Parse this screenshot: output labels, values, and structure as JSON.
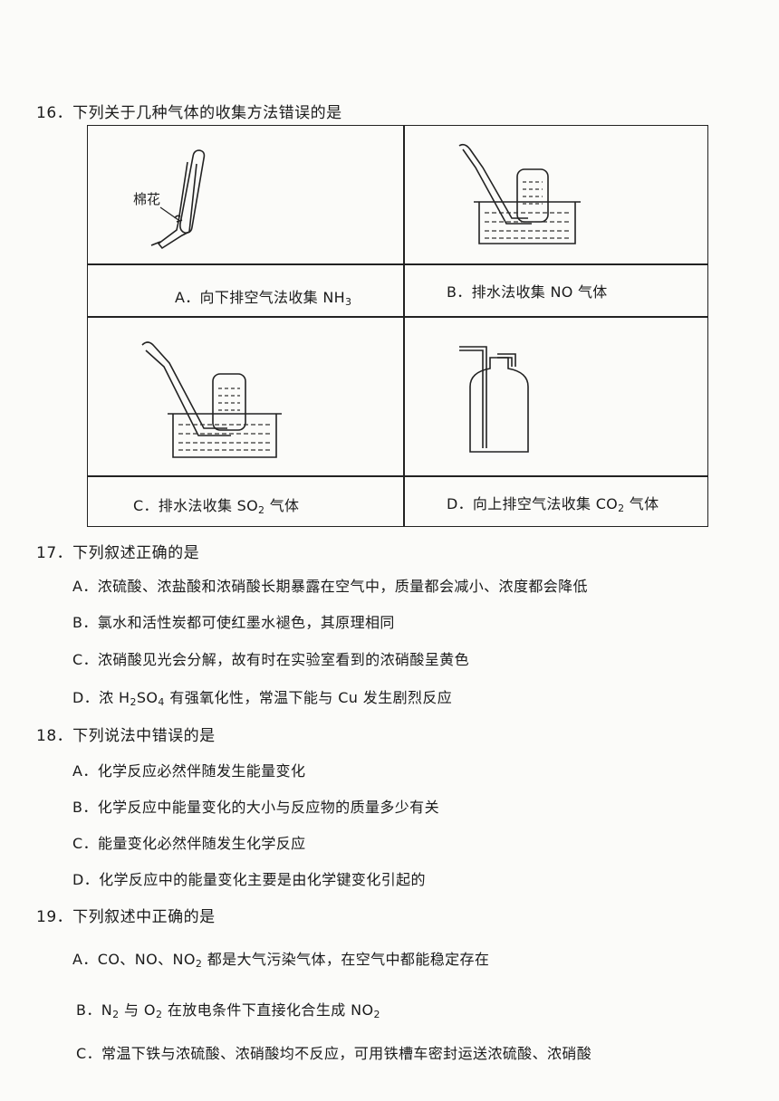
{
  "q16": {
    "title": "16．下列关于几种气体的收集方法错误的是",
    "cotton_label": "棉花",
    "options": {
      "A_prefix": "A．向下排空气法收集 NH",
      "A_sub": "3",
      "B": "B．排水法收集 NO 气体",
      "C_prefix": "C．排水法收集 SO",
      "C_sub": "2",
      "C_suffix": " 气体",
      "D_prefix": "D．向上排空气法收集 CO",
      "D_sub": "2",
      "D_suffix": " 气体"
    }
  },
  "q17": {
    "title": "17．下列叙述正确的是",
    "A": "A．浓硫酸、浓盐酸和浓硝酸长期暴露在空气中，质量都会减小、浓度都会降低",
    "B": "B．氯水和活性炭都可使红墨水褪色，其原理相同",
    "C": "C．浓硝酸见光会分解，故有时在实验室看到的浓硝酸呈黄色",
    "D_prefix": "D．浓 H",
    "D_sub1": "2",
    "D_mid": "SO",
    "D_sub2": "4",
    "D_suffix": " 有强氧化性，常温下能与 Cu 发生剧烈反应"
  },
  "q18": {
    "title": "18．下列说法中错误的是",
    "A": "A．化学反应必然伴随发生能量变化",
    "B": "B．化学反应中能量变化的大小与反应物的质量多少有关",
    "C": "C．能量变化必然伴随发生化学反应",
    "D": "D．化学反应中的能量变化主要是由化学键变化引起的"
  },
  "q19": {
    "title": "19．下列叙述中正确的是",
    "A_prefix": "A．CO、NO、NO",
    "A_sub": "2",
    "A_suffix": " 都是大气污染气体，在空气中都能稳定存在",
    "B_prefix": "B．N",
    "B_sub1": "2",
    "B_mid1": " 与 O",
    "B_sub2": "2",
    "B_mid2": " 在放电条件下直接化合生成 NO",
    "B_sub3": "2",
    "C": "C．常温下铁与浓硫酸、浓硝酸均不反应，可用铁槽车密封运送浓硫酸、浓硝酸"
  }
}
